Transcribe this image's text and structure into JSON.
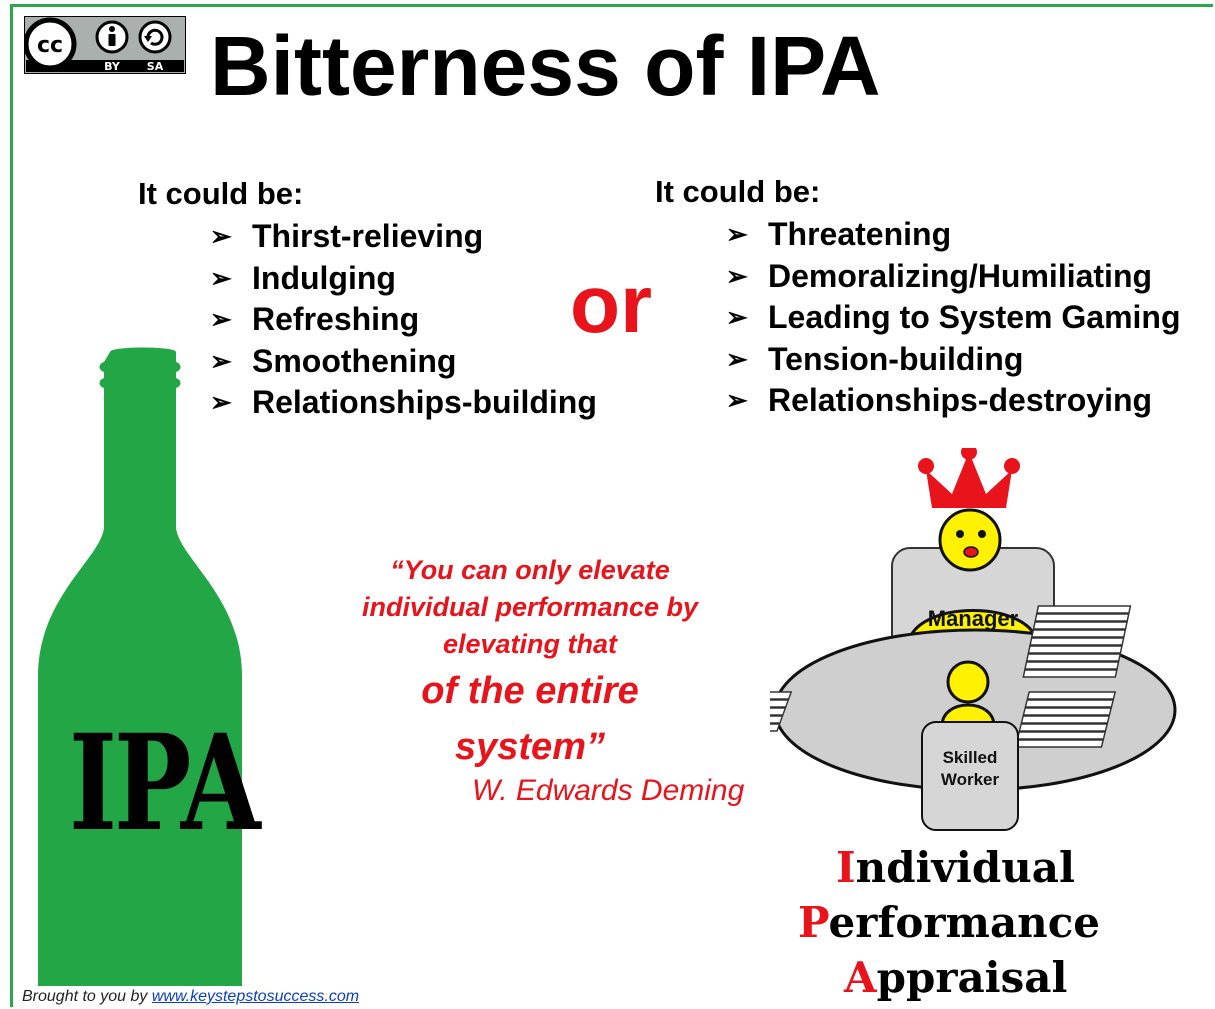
{
  "title": "Bitterness of IPA",
  "license": {
    "cc": "cc",
    "by": "BY",
    "sa": "SA",
    "icons": [
      "cc-logo-icon",
      "attribution-person-icon",
      "share-alike-icon"
    ]
  },
  "left": {
    "heading": "It could be:",
    "items": [
      "Thirst-relieving",
      "Indulging",
      "Refreshing",
      "Smoothening",
      "Relationships-building"
    ]
  },
  "or_text": "or",
  "right": {
    "heading": "It could be:",
    "items": [
      "Threatening",
      "Demoralizing/Humiliating",
      "Leading to System Gaming",
      "Tension-building",
      "Relationships-destroying"
    ]
  },
  "bullet_glyph": "➢",
  "bottle": {
    "label": "IPA",
    "color": "#23a645"
  },
  "quote": {
    "line1": "“You can only elevate",
    "line2": "individual performance by",
    "line3": "elevating that",
    "line4": "of the entire",
    "line5": "system”",
    "author": "W. Edwards Deming"
  },
  "scene": {
    "manager_label": "Manager",
    "worker_label_1": "Skilled",
    "worker_label_2": "Worker"
  },
  "acronym": [
    {
      "cap": "I",
      "rest": "ndividual"
    },
    {
      "cap": "P",
      "rest": "erformance"
    },
    {
      "cap": "A",
      "rest": "ppraisal"
    }
  ],
  "footer": {
    "prefix": "Brought to you by ",
    "link": "www.keystepstosuccess.com"
  },
  "colors": {
    "accent_red": "#e8131b",
    "frame_green": "#2aa84a",
    "bottle_green": "#23a645",
    "figure_yellow": "#fff200"
  }
}
